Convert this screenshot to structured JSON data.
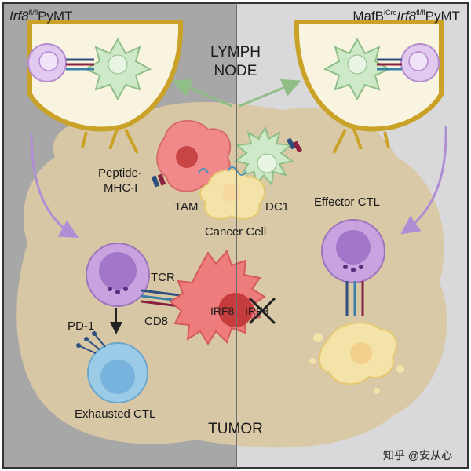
{
  "panels": {
    "left_title_gene": "Irf8",
    "left_title_sup": "fl/fl",
    "left_title_rest": "PyMT",
    "right_title_prefix": "MafB",
    "right_title_prefix_sup": "iCre",
    "right_title_gene": "Irf8",
    "right_title_sup": "fl/fl",
    "right_title_rest": "PyMT"
  },
  "regions": {
    "lymph_node_line1": "LYMPH",
    "lymph_node_line2": "NODE",
    "tumor": "TUMOR"
  },
  "labels": {
    "peptide_line1": "Peptide-",
    "peptide_line2": "MHC-I",
    "tam": "TAM",
    "dc1": "DC1",
    "cancer_cell": "Cancer Cell",
    "effector_ctl": "Effector CTL",
    "tcr": "TCR",
    "cd8": "CD8",
    "irf8": "IRF8",
    "irf8_crossed": "IRF8",
    "pd1": "PD-1",
    "exhausted_ctl": "Exhausted CTL"
  },
  "watermark": "知乎 @安从心",
  "colors": {
    "left_bg": "#a7a7a7",
    "right_bg": "#d9d9db",
    "tumor": "#d9c8a4",
    "lymph_node": "#f9f4e0",
    "lymph_rim": "#c9a227",
    "ctl": "#c8a3df",
    "dc": "#cde9c7",
    "tam": "#f08a8a",
    "cancer": "#f3e3a8",
    "exhausted": "#9ccbe8",
    "arrow_green": "#8fbf86",
    "arrow_purple": "#b08ed6"
  }
}
